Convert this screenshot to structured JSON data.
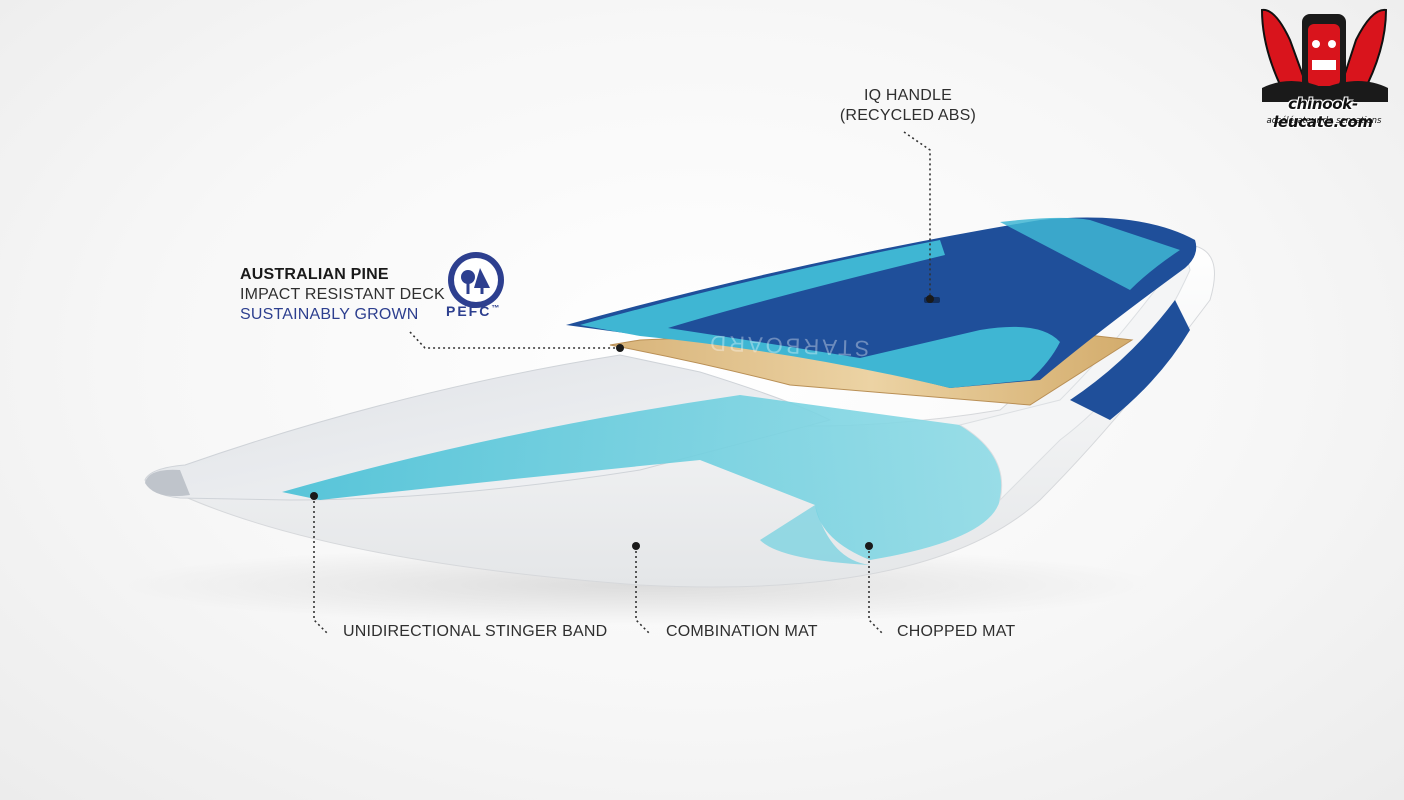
{
  "labels": {
    "iq_handle": {
      "line1": "IQ HANDLE",
      "line2": "(RECYCLED ABS)"
    },
    "deck": {
      "title": "AUSTRALIAN PINE",
      "line2": "IMPACT RESISTANT DECK",
      "line3": "SUSTAINABLY GROWN"
    },
    "stinger": "UNIDIRECTIONAL STINGER BAND",
    "combination": "COMBINATION MAT",
    "chopped": "CHOPPED MAT"
  },
  "pefc": {
    "text": "PEFC",
    "tm": "™"
  },
  "brand_logo": {
    "text": "chinook-leucate.com",
    "tagline": "accélérateur de sensations"
  },
  "deck_print": "STARBOARD",
  "colors": {
    "navy": "#1f4f9a",
    "teal": "#3fb6d3",
    "light_teal": "#6fd0e0",
    "wood": "#e2c08a",
    "accent_text": "#2d3f8f",
    "logo_red": "#d9141c"
  }
}
